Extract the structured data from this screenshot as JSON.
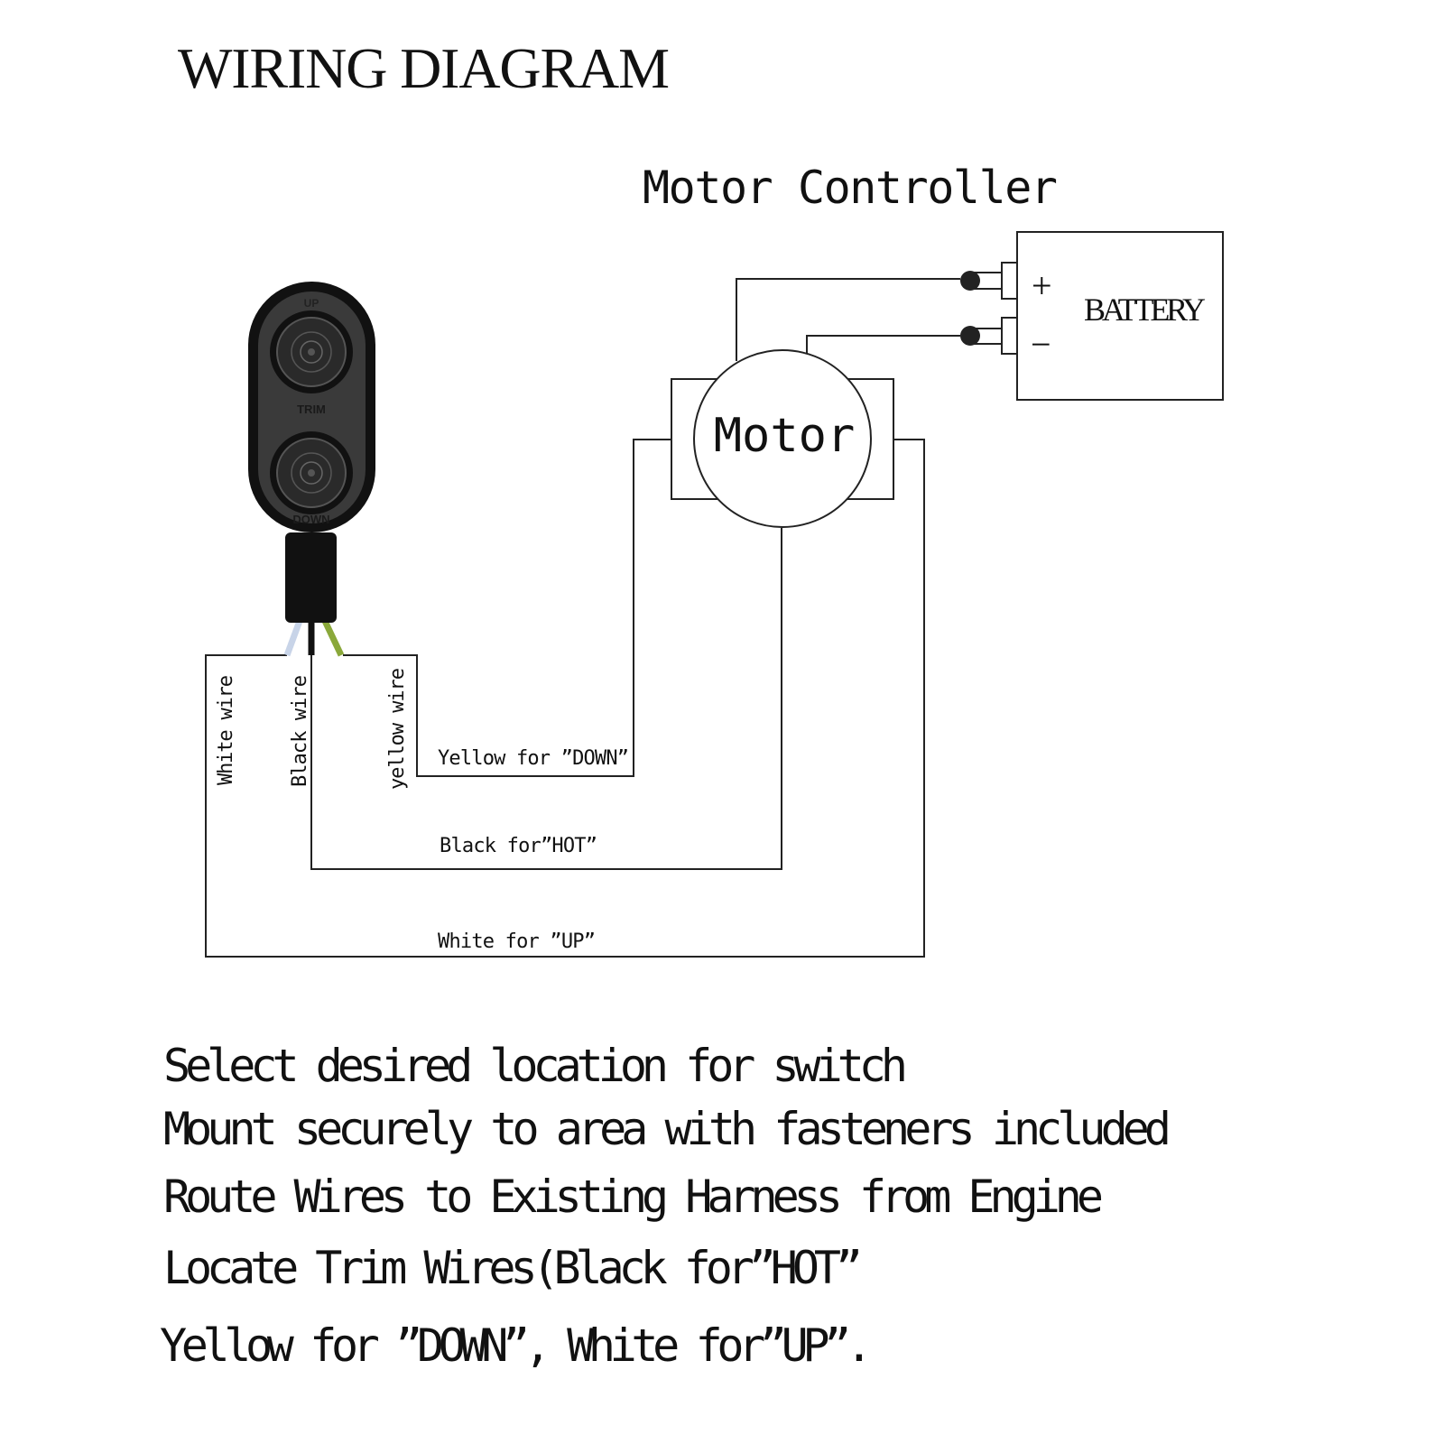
{
  "title": "WIRING DIAGRAM",
  "controller_label": "Motor Controller",
  "motor_label": "Motor",
  "battery": {
    "label": "BATTERY",
    "plus": "+",
    "minus": "−"
  },
  "switch": {
    "up": "UP",
    "trim": "TRIM",
    "down": "DOWN"
  },
  "wire_labels": {
    "white": "White wire",
    "black": "Black wire",
    "yellow": "yellow wire"
  },
  "connections": {
    "yellow": "Yellow for ”DOWN”",
    "black": "Black for”HOT”",
    "white": "White for ”UP”"
  },
  "instructions": [
    "Select desired location for switch",
    "Mount securely to area with fasteners included",
    "Route Wires to Existing Harness from Engine",
    "Locate Trim Wires(Black for”HOT”",
    "Yellow for ”DOWN”, White for”UP”."
  ],
  "colors": {
    "line": "#222222",
    "switch_body": "#3a3a3a",
    "wire_white": "#c8d4e8",
    "wire_yellow_green": "#8aa83a"
  }
}
